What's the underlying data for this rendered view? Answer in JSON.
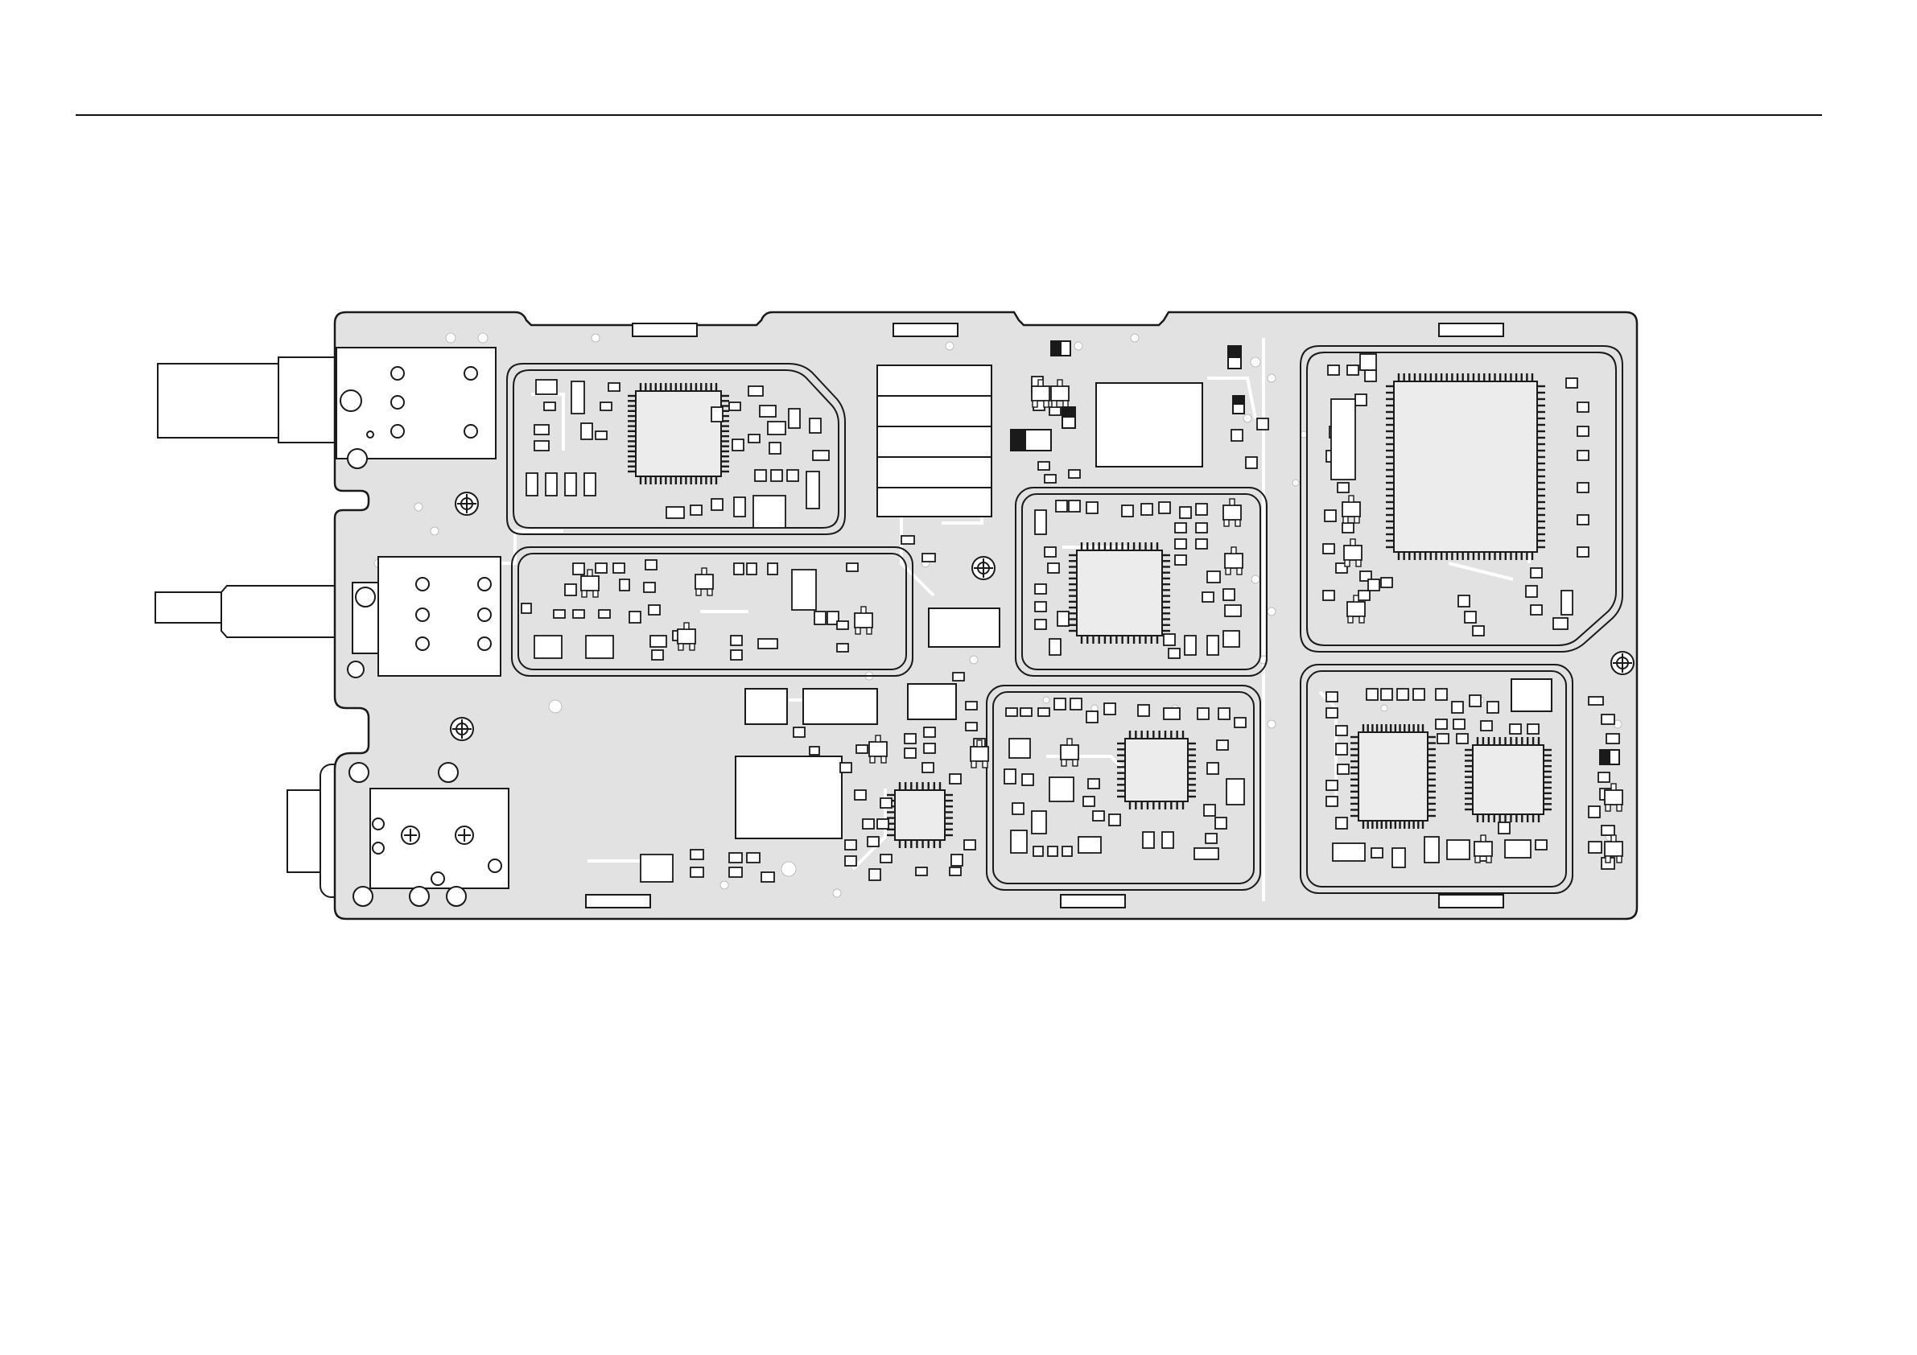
{
  "diagram": {
    "type": "pcb-component-layout",
    "colors": {
      "board_fill": "#e2e2e2",
      "outline": "#1a1a1a",
      "pad": "#ffffff",
      "trace": "#ffffff",
      "dark_component": "#1a1a1a"
    },
    "connectors": [
      "coax-connector-top",
      "coax-connector-middle",
      "dc-jack-connector"
    ],
    "shielded_sections": [
      "section-a",
      "section-b",
      "section-c",
      "section-d",
      "section-e",
      "section-f"
    ],
    "mounting_holes": 4
  }
}
